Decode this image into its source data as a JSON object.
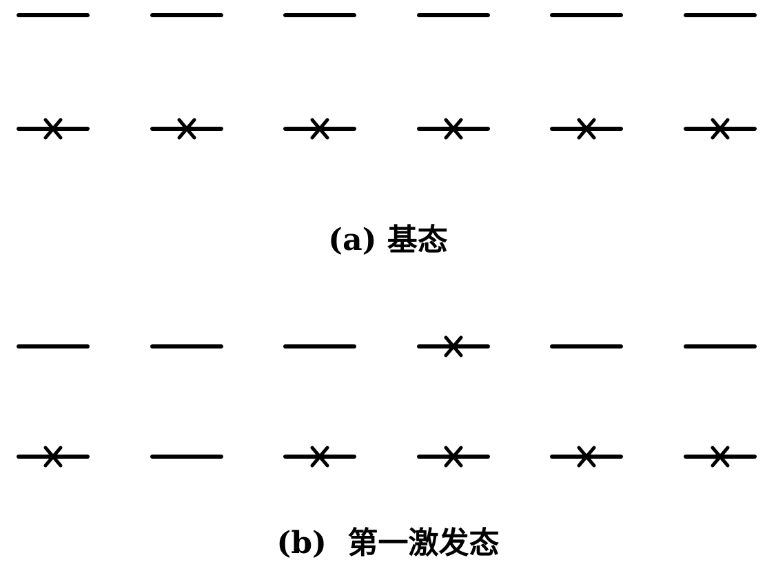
{
  "colors": {
    "ink": "#000000",
    "background": "#ffffff"
  },
  "panels": [
    {
      "caption": "(a) 基态",
      "upper_level": [
        false,
        false,
        false,
        false,
        false,
        false
      ],
      "lower_level": [
        true,
        true,
        true,
        true,
        true,
        true
      ]
    },
    {
      "caption": "(b)  第一激发态",
      "upper_level": [
        false,
        false,
        false,
        true,
        false,
        false
      ],
      "lower_level": [
        true,
        false,
        true,
        true,
        true,
        true
      ]
    }
  ],
  "icons": {
    "occupied_marker": "cross-icon",
    "energy_level": "level-line"
  }
}
